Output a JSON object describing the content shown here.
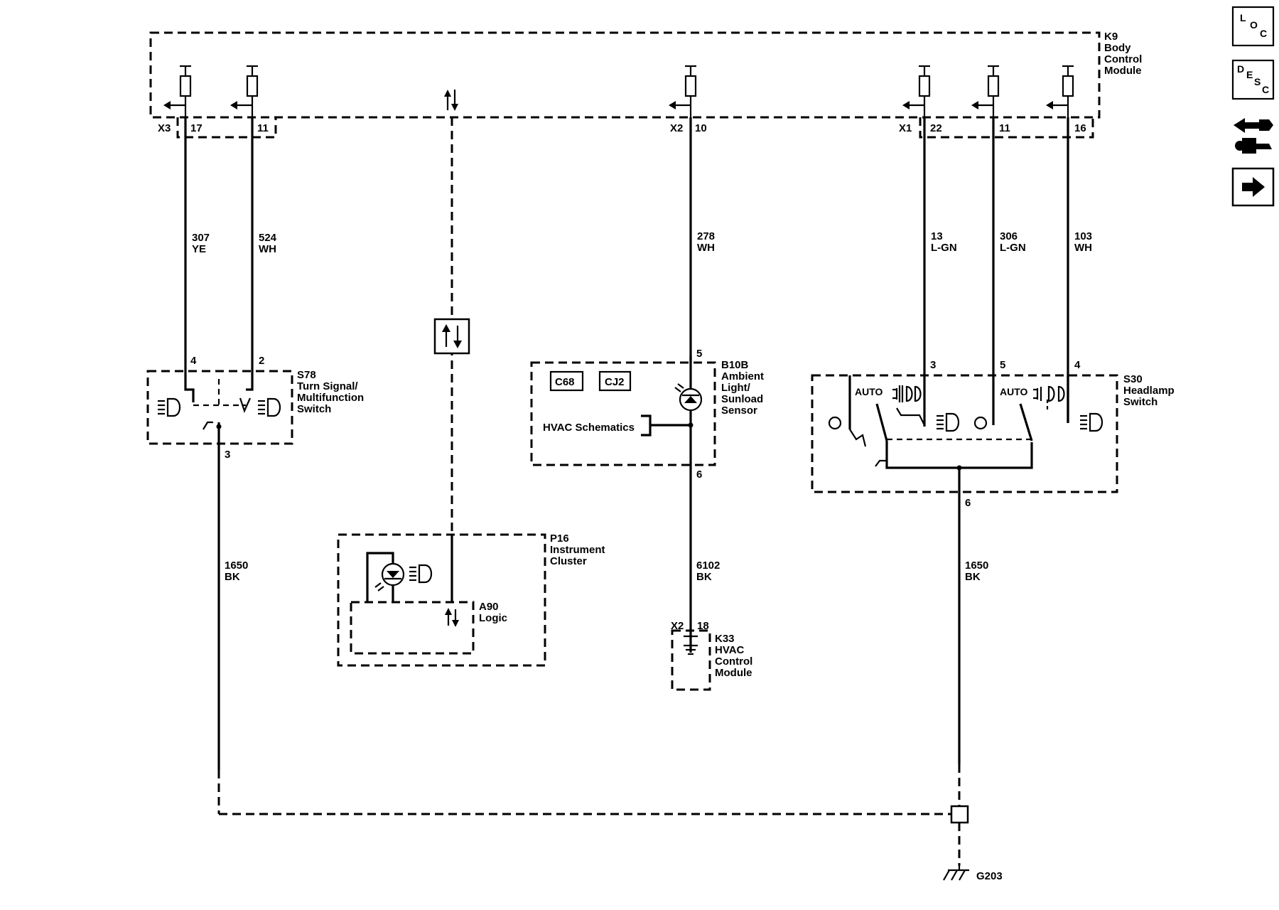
{
  "modules": {
    "k9": {
      "id": "K9",
      "name_lines": [
        "Body",
        "Control",
        "Module"
      ]
    },
    "s78": {
      "id": "S78",
      "name_lines": [
        "Turn Signal/",
        "Multifunction",
        "Switch"
      ]
    },
    "b10b": {
      "id": "B10B",
      "name_lines": [
        "Ambient",
        "Light/",
        "Sunload",
        "Sensor"
      ],
      "tags": [
        "C68",
        "CJ2"
      ],
      "ref": "HVAC Schematics"
    },
    "p16": {
      "id": "P16",
      "name_lines": [
        "Instrument",
        "Cluster"
      ]
    },
    "a90": {
      "id": "A90",
      "name_lines": [
        "Logic"
      ]
    },
    "k33": {
      "id": "K33",
      "name_lines": [
        "HVAC",
        "Control",
        "Module"
      ]
    },
    "s30": {
      "id": "S30",
      "name_lines": [
        "Headlamp",
        "Switch"
      ],
      "auto_labels": [
        "AUTO",
        "AUTO"
      ]
    }
  },
  "connectors": {
    "x3": "X3",
    "x2_k9": "X2",
    "x1": "X1",
    "x2_k33": "X2"
  },
  "k9_pins": [
    "17",
    "11",
    "10",
    "22",
    "11",
    "16"
  ],
  "wires": [
    {
      "circuit": "307",
      "color": "YE"
    },
    {
      "circuit": "524",
      "color": "WH"
    },
    {
      "circuit": "278",
      "color": "WH"
    },
    {
      "circuit": "13",
      "color": "L-GN"
    },
    {
      "circuit": "306",
      "color": "L-GN"
    },
    {
      "circuit": "103",
      "color": "WH"
    },
    {
      "circuit": "1650",
      "color": "BK"
    },
    {
      "circuit": "6102",
      "color": "BK"
    },
    {
      "circuit": "1650",
      "color": "BK"
    }
  ],
  "s78_pins": [
    "4",
    "2",
    "3"
  ],
  "b10b_pins": [
    "5",
    "6"
  ],
  "s30_pins": [
    "3",
    "5",
    "4",
    "6"
  ],
  "k33_pin": "18",
  "ground": "G203",
  "nav": {
    "loc": [
      "L",
      "O",
      "C"
    ],
    "desc": [
      "D",
      "E",
      "S",
      "C"
    ],
    "icons": [
      "connector-icon",
      "next-arrow-icon"
    ]
  }
}
